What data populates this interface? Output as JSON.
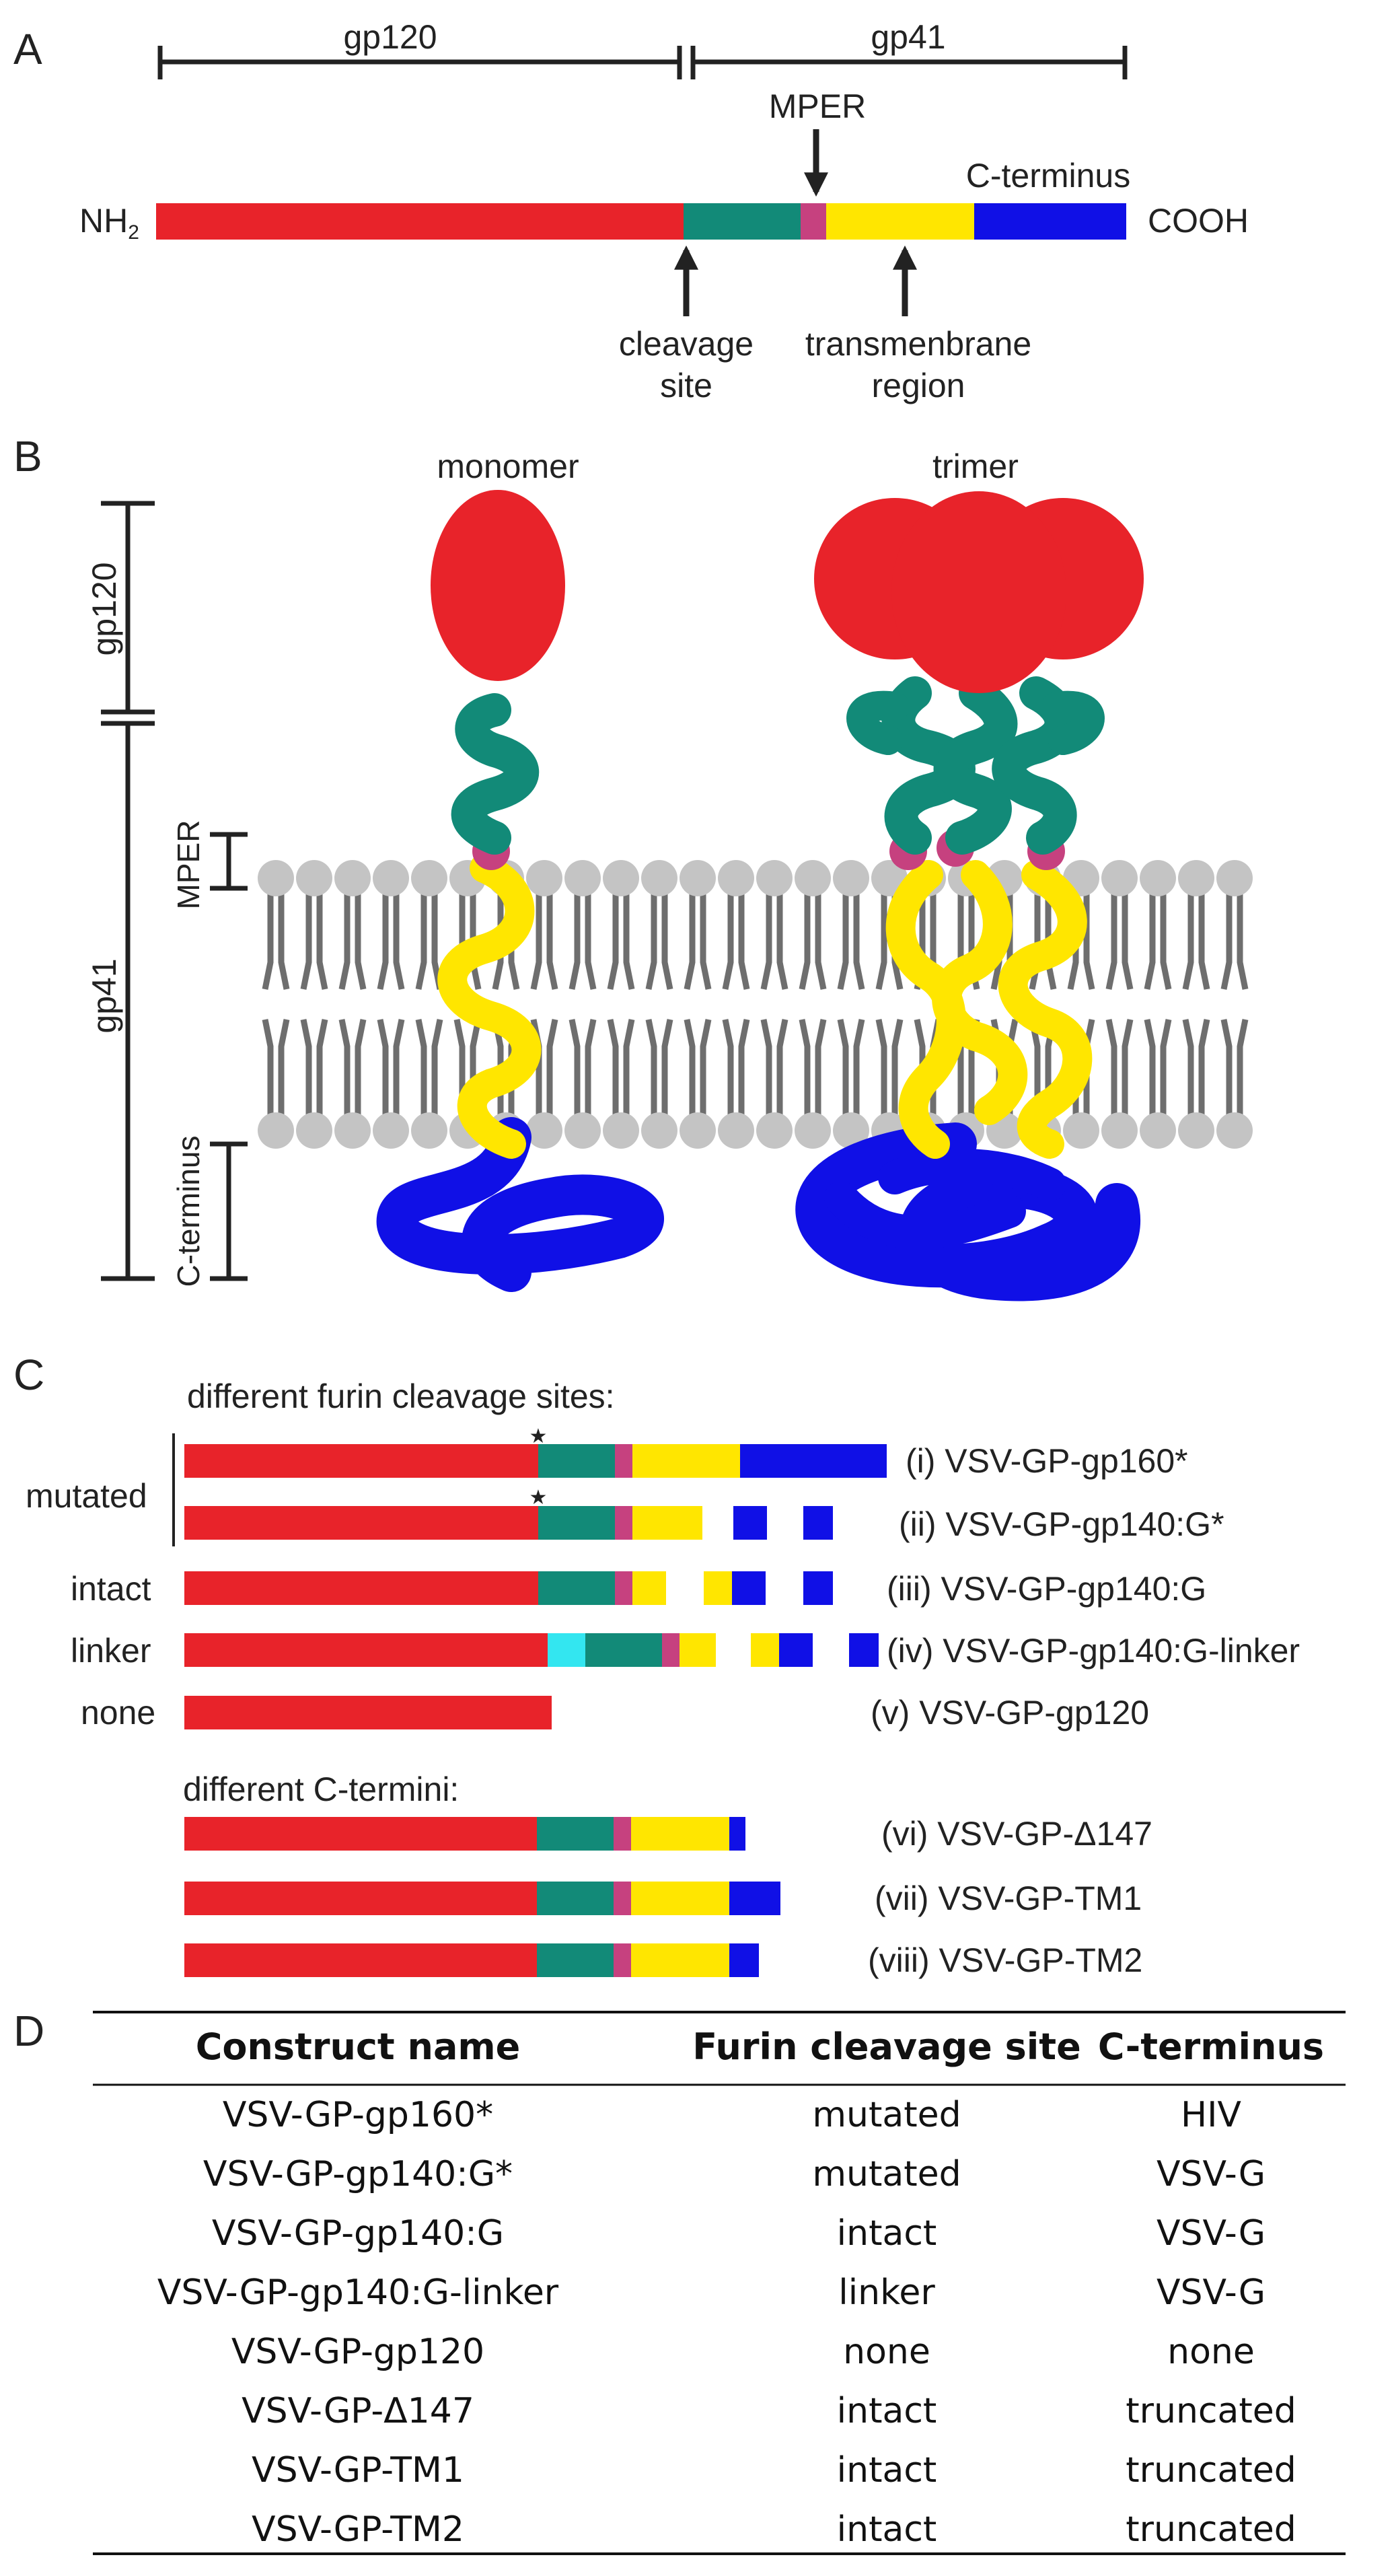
{
  "colors": {
    "gp120": "#e8232a",
    "gp41_ecto": "#128a78",
    "mper": "#c6417f",
    "transmembrane": "#ffe600",
    "c_terminus": "#1010e6",
    "linker": "#33e6f0",
    "lipid": "#c4c4c4",
    "lipid_tail": "#6e6e6e"
  },
  "panel_a": {
    "letter": "A",
    "range_gp120": "gp120",
    "range_gp41": "gp41",
    "n_label": "NH",
    "n_sub": "2",
    "c_label": "COOH",
    "mper": "MPER",
    "cterm": "C-terminus",
    "cleavage_1": "cleavage",
    "cleavage_2": "site",
    "tm_1": "transmenbrane",
    "tm_2": "region"
  },
  "panel_b": {
    "letter": "B",
    "monomer": "monomer",
    "trimer": "trimer",
    "side_gp120": "gp120",
    "side_gp41": "gp41",
    "side_mper": "MPER",
    "side_cterm": "C-terminus"
  },
  "panel_c": {
    "letter": "C",
    "furin_title": "different furin cleavage sites:",
    "cterm_title": "different C-termini:",
    "group_mutated": "mutated",
    "group_intact": "intact",
    "group_linker": "linker",
    "group_none": "none",
    "star": "★",
    "constructs": [
      "(i) VSV-GP-gp160*",
      "(ii) VSV-GP-gp140:G*",
      "(iii) VSV-GP-gp140:G",
      "(iv) VSV-GP-gp140:G-linker",
      "(v) VSV-GP-gp120",
      "(vi) VSV-GP-Δ147",
      "(vii) VSV-GP-TM1",
      "(viii) VSV-GP-TM2"
    ]
  },
  "panel_d": {
    "letter": "D",
    "headers": [
      "Construct name",
      "Furin cleavage site",
      "C-terminus"
    ],
    "rows": [
      [
        "VSV-GP-gp160*",
        "mutated",
        "HIV"
      ],
      [
        "VSV-GP-gp140:G*",
        "mutated",
        "VSV-G"
      ],
      [
        "VSV-GP-gp140:G",
        "intact",
        "VSV-G"
      ],
      [
        "VSV-GP-gp140:G-linker",
        "linker",
        "VSV-G"
      ],
      [
        "VSV-GP-gp120",
        "none",
        "none"
      ],
      [
        "VSV-GP-Δ147",
        "intact",
        "truncated"
      ],
      [
        "VSV-GP-TM1",
        "intact",
        "truncated"
      ],
      [
        "VSV-GP-TM2",
        "intact",
        "truncated"
      ]
    ]
  }
}
